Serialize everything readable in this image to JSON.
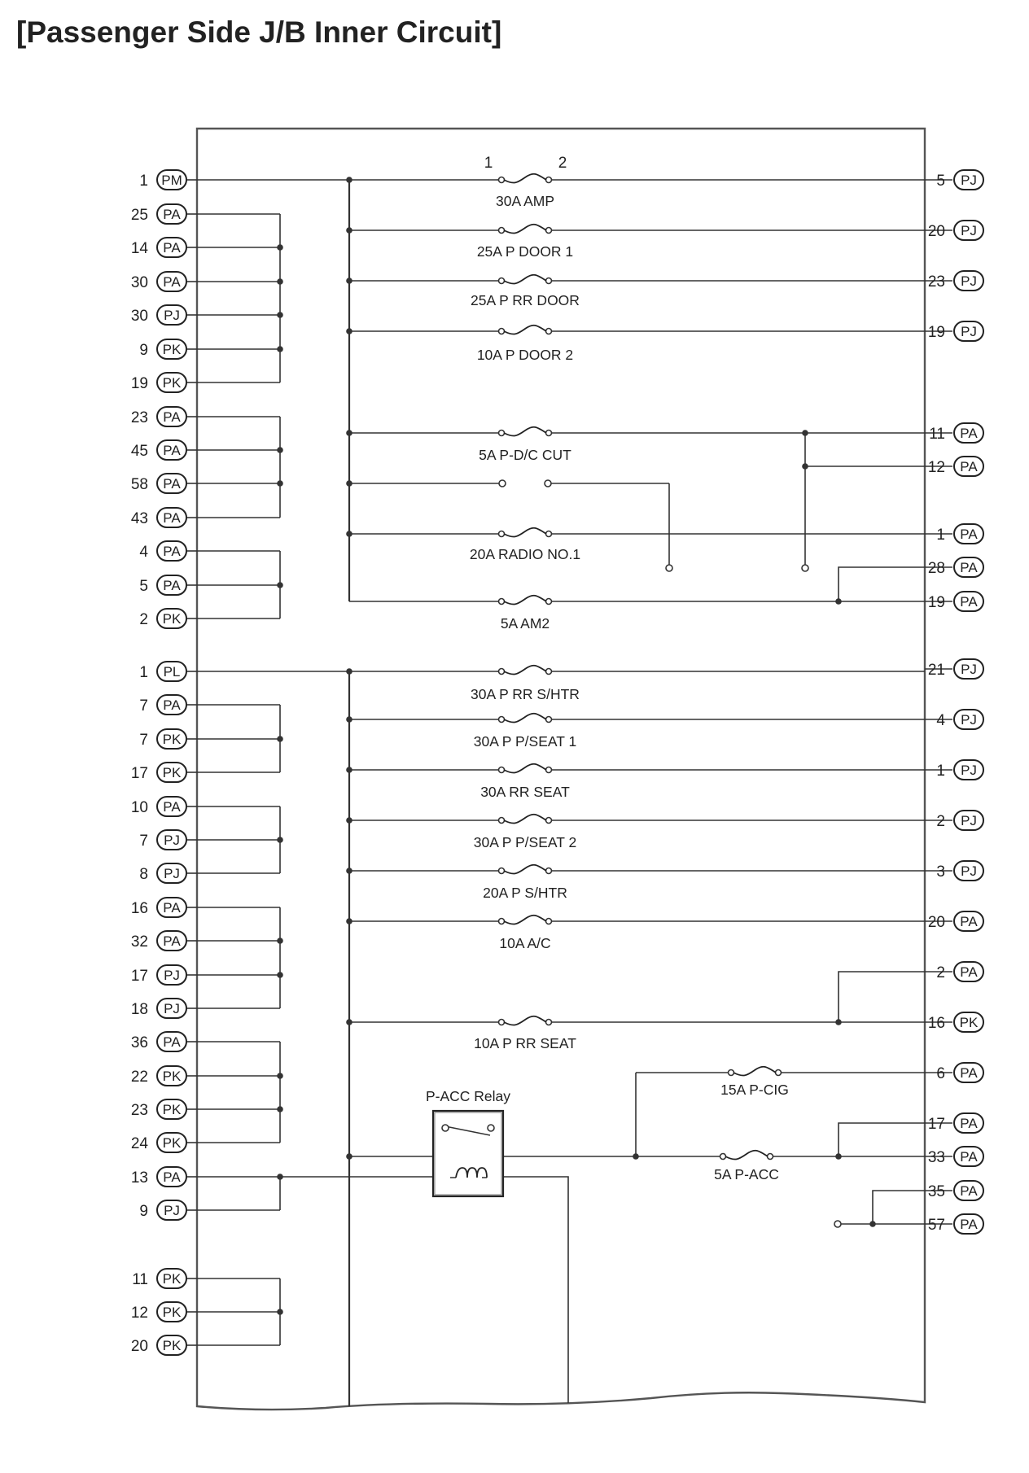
{
  "title": "[Passenger Side J/B Inner Circuit]",
  "relay_label": "P-ACC Relay",
  "amp_fuse_terminals": [
    "1",
    "2"
  ],
  "left_connectors": [
    {
      "num": "1",
      "conn": "PM"
    },
    {
      "num": "25",
      "conn": "PA"
    },
    {
      "num": "14",
      "conn": "PA"
    },
    {
      "num": "30",
      "conn": "PA"
    },
    {
      "num": "30",
      "conn": "PJ"
    },
    {
      "num": "9",
      "conn": "PK"
    },
    {
      "num": "19",
      "conn": "PK"
    },
    {
      "num": "23",
      "conn": "PA"
    },
    {
      "num": "45",
      "conn": "PA"
    },
    {
      "num": "58",
      "conn": "PA"
    },
    {
      "num": "43",
      "conn": "PA"
    },
    {
      "num": "4",
      "conn": "PA"
    },
    {
      "num": "5",
      "conn": "PA"
    },
    {
      "num": "2",
      "conn": "PK"
    },
    {
      "num": "1",
      "conn": "PL"
    },
    {
      "num": "7",
      "conn": "PA"
    },
    {
      "num": "7",
      "conn": "PK"
    },
    {
      "num": "17",
      "conn": "PK"
    },
    {
      "num": "10",
      "conn": "PA"
    },
    {
      "num": "7",
      "conn": "PJ"
    },
    {
      "num": "8",
      "conn": "PJ"
    },
    {
      "num": "16",
      "conn": "PA"
    },
    {
      "num": "32",
      "conn": "PA"
    },
    {
      "num": "17",
      "conn": "PJ"
    },
    {
      "num": "18",
      "conn": "PJ"
    },
    {
      "num": "36",
      "conn": "PA"
    },
    {
      "num": "22",
      "conn": "PK"
    },
    {
      "num": "23",
      "conn": "PK"
    },
    {
      "num": "24",
      "conn": "PK"
    },
    {
      "num": "13",
      "conn": "PA"
    },
    {
      "num": "9",
      "conn": "PJ"
    },
    {
      "num": "11",
      "conn": "PK"
    },
    {
      "num": "12",
      "conn": "PK"
    },
    {
      "num": "20",
      "conn": "PK"
    }
  ],
  "right_connectors": [
    {
      "num": "5",
      "conn": "PJ"
    },
    {
      "num": "20",
      "conn": "PJ"
    },
    {
      "num": "23",
      "conn": "PJ"
    },
    {
      "num": "19",
      "conn": "PJ"
    },
    {
      "num": "11",
      "conn": "PA"
    },
    {
      "num": "12",
      "conn": "PA"
    },
    {
      "num": "1",
      "conn": "PA"
    },
    {
      "num": "28",
      "conn": "PA"
    },
    {
      "num": "19",
      "conn": "PA"
    },
    {
      "num": "21",
      "conn": "PJ"
    },
    {
      "num": "4",
      "conn": "PJ"
    },
    {
      "num": "1",
      "conn": "PJ"
    },
    {
      "num": "2",
      "conn": "PJ"
    },
    {
      "num": "3",
      "conn": "PJ"
    },
    {
      "num": "20",
      "conn": "PA"
    },
    {
      "num": "2",
      "conn": "PA"
    },
    {
      "num": "16",
      "conn": "PK"
    },
    {
      "num": "6",
      "conn": "PA"
    },
    {
      "num": "17",
      "conn": "PA"
    },
    {
      "num": "33",
      "conn": "PA"
    },
    {
      "num": "35",
      "conn": "PA"
    },
    {
      "num": "57",
      "conn": "PA"
    }
  ],
  "fuses": [
    {
      "label": "30A AMP"
    },
    {
      "label": "25A P DOOR 1"
    },
    {
      "label": "25A P RR DOOR"
    },
    {
      "label": "10A P DOOR 2"
    },
    {
      "label": "5A P-D/C CUT"
    },
    {
      "label": "20A RADIO NO.1"
    },
    {
      "label": "5A AM2"
    },
    {
      "label": "30A P RR S/HTR"
    },
    {
      "label": "30A P P/SEAT 1"
    },
    {
      "label": "30A RR SEAT"
    },
    {
      "label": "30A P P/SEAT 2"
    },
    {
      "label": "20A P S/HTR"
    },
    {
      "label": "10A A/C"
    },
    {
      "label": "10A P RR SEAT"
    },
    {
      "label": "15A P-CIG"
    },
    {
      "label": "5A P-ACC"
    }
  ]
}
